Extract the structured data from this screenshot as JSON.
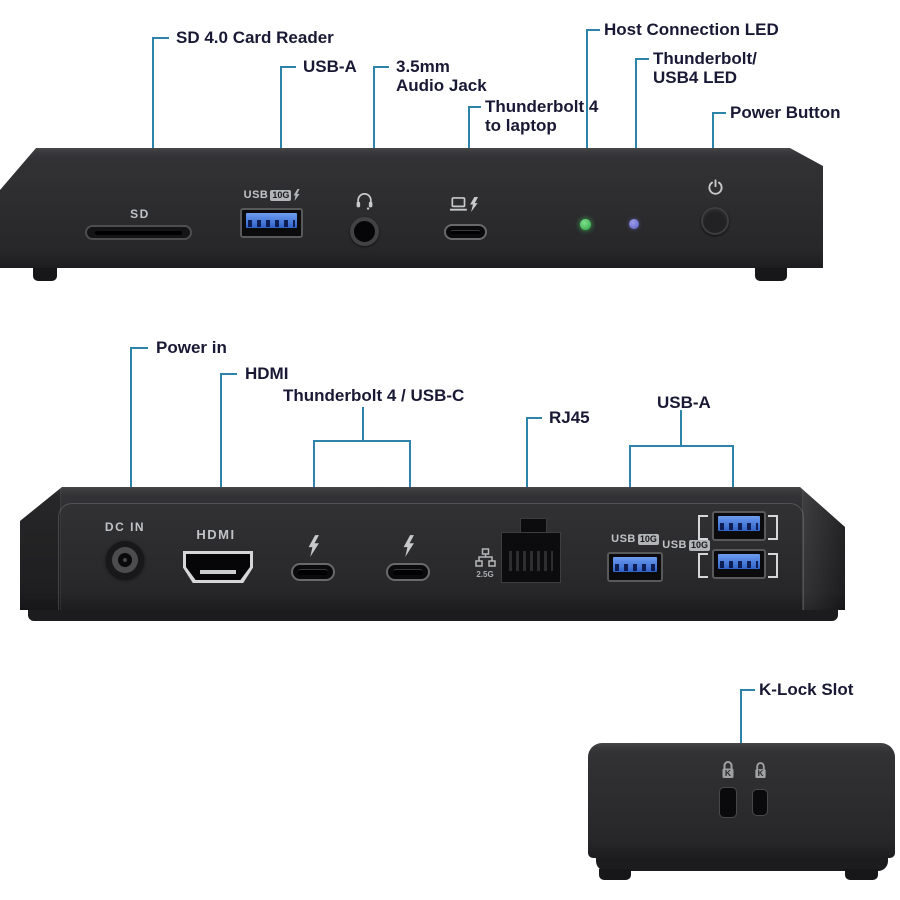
{
  "colors": {
    "callout_line": "#2e84a8",
    "callout_text": "#191935",
    "usb_blue": "#3a6fd8",
    "led_green": "#35b84c",
    "led_violet": "#6d70d6",
    "device_body": "#2d2d2f"
  },
  "front": {
    "callouts": {
      "sd": [
        "SD 4.0 Card Reader"
      ],
      "usb_a": [
        "USB-A"
      ],
      "audio": [
        "3.5mm",
        "Audio Jack"
      ],
      "tb_host": [
        "Thunderbolt 4",
        "to laptop"
      ],
      "host_led": [
        "Host Connection LED"
      ],
      "usb4_led": [
        "Thunderbolt/",
        "USB4 LED"
      ],
      "power": [
        "Power Button"
      ]
    },
    "labels": {
      "sd": "SD",
      "usb": "USB",
      "usb_speed": "10G"
    }
  },
  "rear": {
    "callouts": {
      "power_in": [
        "Power in"
      ],
      "hdmi": [
        "HDMI"
      ],
      "tb_usbc": [
        "Thunderbolt 4 / USB-C"
      ],
      "rj45": [
        "RJ45"
      ],
      "usb_a": [
        "USB-A"
      ]
    },
    "labels": {
      "dc_in": "DC IN",
      "hdmi": "HDMI",
      "eth_speed": "2.5G",
      "usb_single": "USB",
      "usb_single_speed": "10G",
      "usb_pair": "USB",
      "usb_pair_speed": "10G"
    }
  },
  "side": {
    "callouts": {
      "k_lock": [
        "K-Lock Slot"
      ]
    },
    "labels": {
      "lock_left": "K",
      "lock_right": "K"
    }
  }
}
